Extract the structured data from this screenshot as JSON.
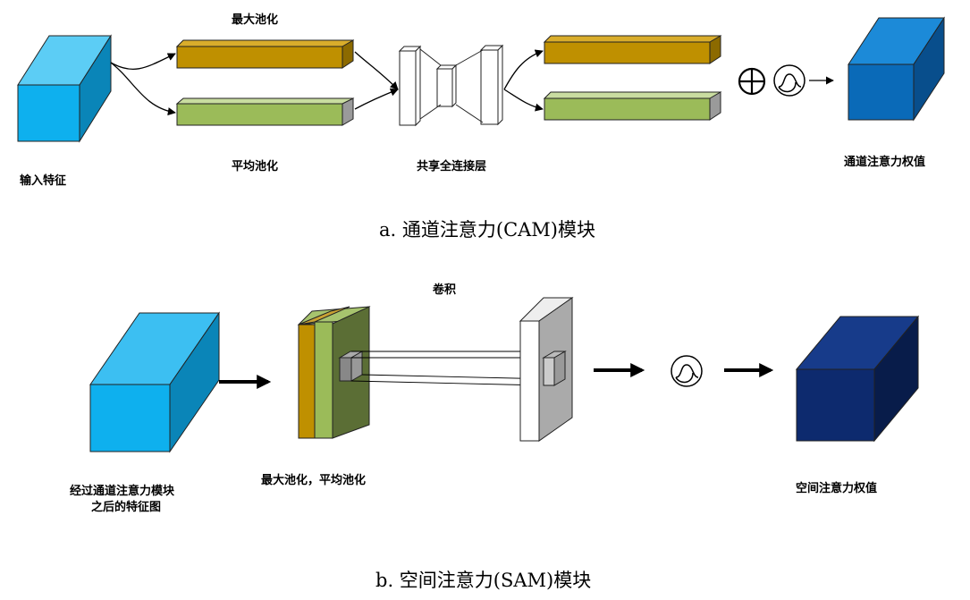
{
  "cam": {
    "caption": "a. 通道注意力(CAM)模块",
    "input_label": "输入特征",
    "max_pool_label": "最大池化",
    "avg_pool_label": "平均池化",
    "shared_fc_label": "共享全连接层",
    "output_label": "通道注意力权值"
  },
  "sam": {
    "caption": "b. 空间注意力(SAM)模块",
    "input_label_line1": "经过通道注意力模块",
    "input_label_line2": "之后的特征图",
    "pool_label": "最大池化，平均池化",
    "conv_label": "卷积",
    "output_label": "空间注意力权值"
  },
  "colors": {
    "input_cube": "#0eb0ee",
    "max_pool": "#bf9000",
    "avg_pool": "#9bbb59",
    "channel_weight": "#0a6ab8",
    "spatial_weight": "#0d2a6e"
  },
  "icons": {
    "plus": "circle-plus-icon",
    "sigmoid": "sigmoid-icon"
  }
}
